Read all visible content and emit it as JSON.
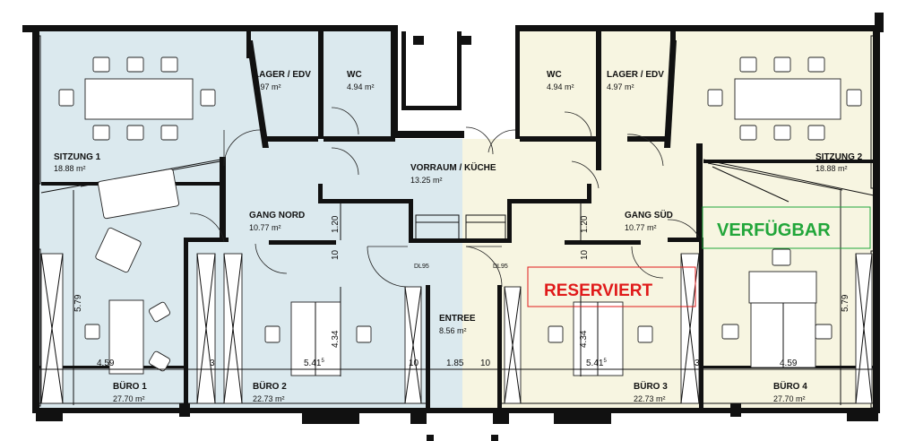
{
  "colors": {
    "left_zone": "#dbe9ee",
    "right_zone": "#f7f5e1",
    "reserved": "#e01a1a",
    "available": "#22a63a"
  },
  "rooms": {
    "sitzung1": {
      "name": "SITZUNG 1",
      "area": "18.88 m²"
    },
    "lager_left": {
      "name": "LAGER / EDV",
      "area": "4.97 m²"
    },
    "wc_left": {
      "name": "WC",
      "area": "4.94 m²"
    },
    "wc_right": {
      "name": "WC",
      "area": "4.94 m²"
    },
    "lager_right": {
      "name": "LAGER / EDV",
      "area": "4.97 m²"
    },
    "sitzung2": {
      "name": "SITZUNG 2",
      "area": "18.88 m²"
    },
    "vorraum": {
      "name": "VORRAUM / KÜCHE",
      "area": "13.25 m²"
    },
    "gang_nord": {
      "name": "GANG NORD",
      "area": "10.77 m²"
    },
    "gang_sued": {
      "name": "GANG SÜD",
      "area": "10.77 m²"
    },
    "entree": {
      "name": "ENTREE",
      "area": "8.56 m²"
    },
    "buero1": {
      "name": "BÜRO 1",
      "area": "27.70 m²"
    },
    "buero2": {
      "name": "BÜRO 2",
      "area": "22.73 m²"
    },
    "buero3": {
      "name": "BÜRO 3",
      "area": "22.73 m²"
    },
    "buero4": {
      "name": "BÜRO 4",
      "area": "27.70 m²"
    }
  },
  "dimensions": {
    "left_height": "5.79",
    "right_height": "5.79",
    "gang_left": "1.20",
    "gang_right": "1.20",
    "wall_left": "10",
    "wall_right": "10",
    "b2_depth": "4.34",
    "b3_depth": "4.34",
    "b1_width": "4.59",
    "b4_width": "4.59",
    "b2_width": "5.41",
    "b2_width_sup": "5",
    "b3_width": "5.41",
    "b3_width_sup": "5",
    "w3_left": "3",
    "w3_right": "3",
    "w10_a": "10",
    "w10_b": "10",
    "entree_width": "1.85",
    "dl_left": "DL95",
    "dl_right": "DL95"
  },
  "tags": {
    "reserved": "RESERVIERT",
    "available": "VERFÜGBAR"
  }
}
